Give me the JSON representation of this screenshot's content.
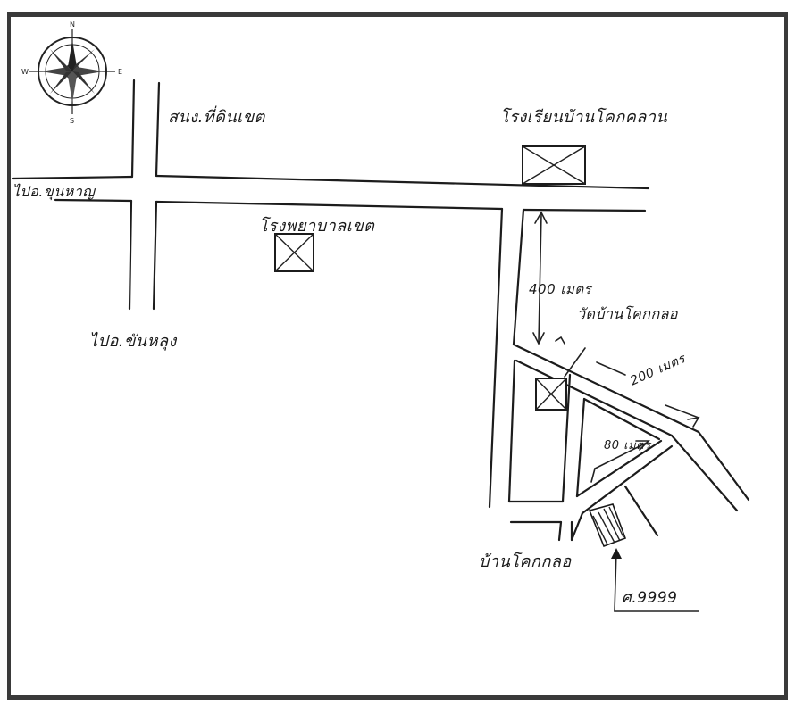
{
  "map": {
    "compass": {
      "north": "N",
      "south": "S",
      "east": "E",
      "west": "W"
    },
    "labels": {
      "top_left_road": "สนง.ที่ดินเขต",
      "factory": "โรงเรียนบ้านโคกคลาน",
      "left_road": "ไปอ.ขุนหาญ",
      "center_building": "โรงพยาบาลเขต",
      "bottom_left_road": "ไปอ.ขันหลุง",
      "distance_400": "400 เมตร",
      "temple": "วัดบ้านโคกกลอ",
      "distance_200": "200 เมตร",
      "distance_80": "80 เมตร",
      "village": "บ้านโคกกลอ",
      "road_code": "ศ.9999"
    }
  }
}
